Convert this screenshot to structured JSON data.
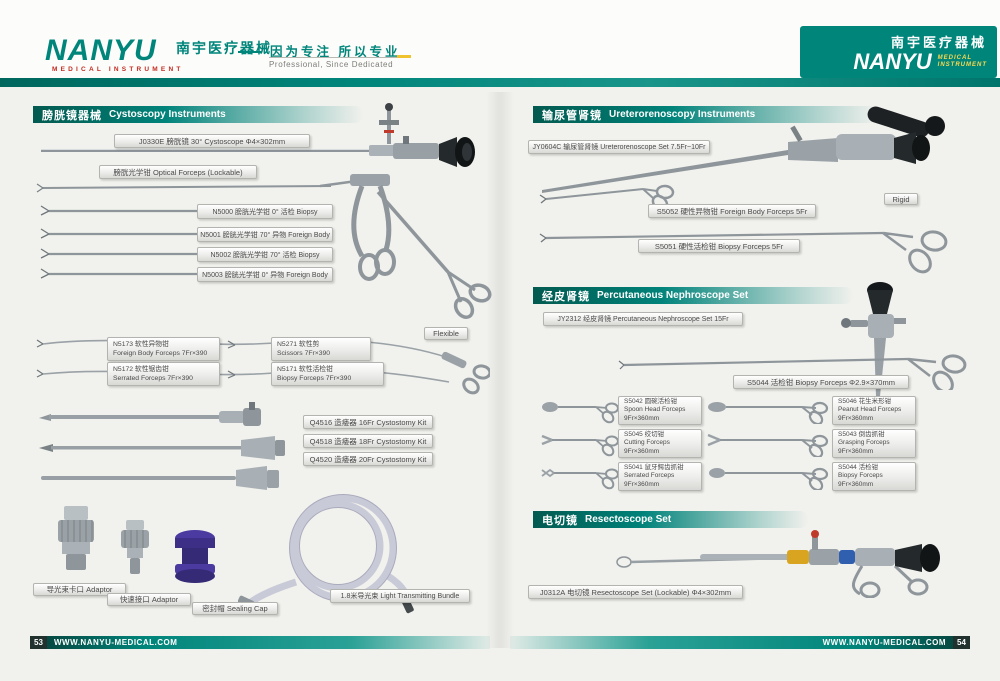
{
  "header": {
    "brand": "NANYU",
    "brand_cn": "南宇医疗器械",
    "brand_sub": "MEDICAL   INSTRUMENT",
    "tagline_cn": "因为专注  所以专业",
    "tagline_en": "Professional, Since Dedicated",
    "corner_cn": "南宇医疗器械",
    "corner_brand": "NANYU",
    "corner_sub1": "MEDICAL",
    "corner_sub2": "INSTRUMENT"
  },
  "footer": {
    "site": "WWW.NANYU-MEDICAL.COM",
    "left_no": "53",
    "right_no": "54"
  },
  "cysto": {
    "title_cn": "膀胱镜器械",
    "title_en": "Cystoscopy Instruments",
    "scope_label": "J0330E 膀胱镜 30°  Cystoscope  Φ4×302mm",
    "optical_label": "膀胱光学钳 Optical Forceps (Lockable)",
    "rods": [
      "N5000 膀胱光学钳  0°  活检 Biopsy",
      "N5001 膀胱光学钳 70°  异物 Foreign Body",
      "N5002 膀胱光学钳 70°  活检 Biopsy",
      "N5003 膀胱光学钳  0°  异物 Foreign Body"
    ],
    "flexible_tag": "Flexible",
    "flex": [
      {
        "cn": "N5173 软性异物钳",
        "en": "Foreign Body Forceps 7Fr×390"
      },
      {
        "cn": "N5271 软性剪",
        "en": "Scissors 7Fr×390"
      },
      {
        "cn": "N5172 软性锯齿钳",
        "en": "Serrated Forceps 7Fr×390"
      },
      {
        "cn": "N5171 软性活检钳",
        "en": "Biopsy Forceps 7Fr×390"
      }
    ],
    "kits": [
      "Q4516 造瘘器 16Fr Cystostomy Kit",
      "Q4518 造瘘器 18Fr Cystostomy Kit",
      "Q4520 造瘘器 20Fr Cystostomy Kit"
    ],
    "acc": [
      "导光束卡口 Adaptor",
      "快速接口 Adaptor",
      "密封帽 Sealing Cap",
      "1.8米导光束  Light Transmitting Bundle"
    ]
  },
  "uretero": {
    "title_cn": "输尿管肾镜",
    "title_en": "Ureterorenoscopy Instruments",
    "scope_label": "JY0604C 输尿管肾镜 Ureterorenoscope Set 7.5Fr~10Fr",
    "rigid_tag": "Rigid",
    "forceps": [
      "S5052 硬性异物钳 Foreign Body Forceps 5Fr",
      "S5051 硬性活检钳 Biopsy Forceps 5Fr"
    ]
  },
  "nephro": {
    "title_cn": "经皮肾镜",
    "title_en": "Percutaneous Nephroscope Set",
    "scope_label": "JY2312 经皮肾镜 Percutaneous Nephroscope Set 15Fr",
    "biopsy_label": "S5044 活检钳 Biopsy Forceps  Φ2.9×370mm",
    "grid": [
      {
        "cn": "S5042 圆碗活检钳",
        "en": "Spoon Head Forceps",
        "size": "9Fr×360mm"
      },
      {
        "cn": "S5046 花生米形钳",
        "en": "Peanut Head Forceps",
        "size": "9Fr×360mm"
      },
      {
        "cn": "S5045 绞切钳",
        "en": "Cutting Forceps",
        "size": "9Fr×360mm"
      },
      {
        "cn": "S5043 倒齿抓钳",
        "en": "Grasping Forceps",
        "size": "9Fr×360mm"
      },
      {
        "cn": "S5041 鼠牙鳄齿抓钳",
        "en": "Serrated Forceps",
        "size": "9Fr×360mm"
      },
      {
        "cn": "S5044 活检钳",
        "en": "Biopsy Forceps",
        "size": "9Fr×360mm"
      }
    ]
  },
  "resecto": {
    "title_cn": "电切镜",
    "title_en": "Resectoscope Set",
    "label": "J0312A 电切镜 Resectoscope Set (Lockable)  Φ4×302mm"
  }
}
